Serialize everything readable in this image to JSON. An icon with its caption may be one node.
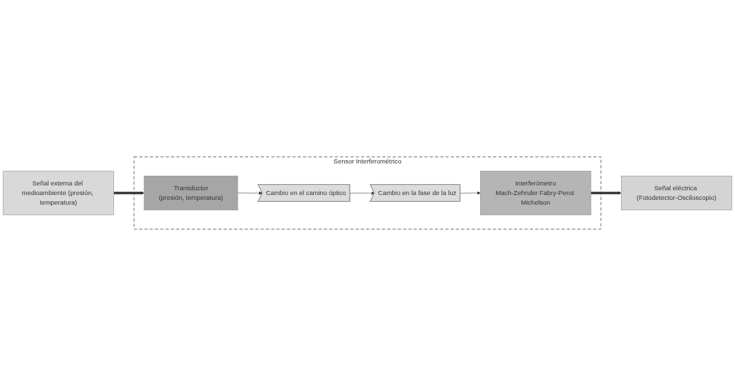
{
  "diagram": {
    "nodes": [
      {
        "text": [
          "Señal externa del medioambiente (presión, temperatura)"
        ]
      },
      {
        "text": [
          "Sensor Interferométrico"
        ]
      },
      {
        "text": [
          "Transductor",
          "(presión, temperatura)"
        ],
        "in": 1
      },
      {
        "text": [
          "Cambio en el camino óptico"
        ],
        "in": 1
      },
      {
        "text": [
          "Cambio en la fase de la luz"
        ],
        "in": 1
      },
      {
        "text": [
          "Interferómetro",
          "Mach-Zehnder Fabry-Perot Michelson"
        ],
        "in": 1
      },
      {
        "text": [
          "Señal eléctrica (Fotodetector-Osciloscopio)"
        ]
      }
    ],
    "edges": [
      {
        "from": 0,
        "to": 2,
        "arrow": "to",
        "style": "thick"
      },
      {
        "from": 2,
        "to": 3,
        "arrow": "to"
      },
      {
        "from": 3,
        "to": 4,
        "arrow": "to"
      },
      {
        "from": 4,
        "to": 5,
        "arrow": "to"
      },
      {
        "from": 5,
        "to": 6,
        "arrow": "to",
        "style": "thick"
      }
    ]
  }
}
